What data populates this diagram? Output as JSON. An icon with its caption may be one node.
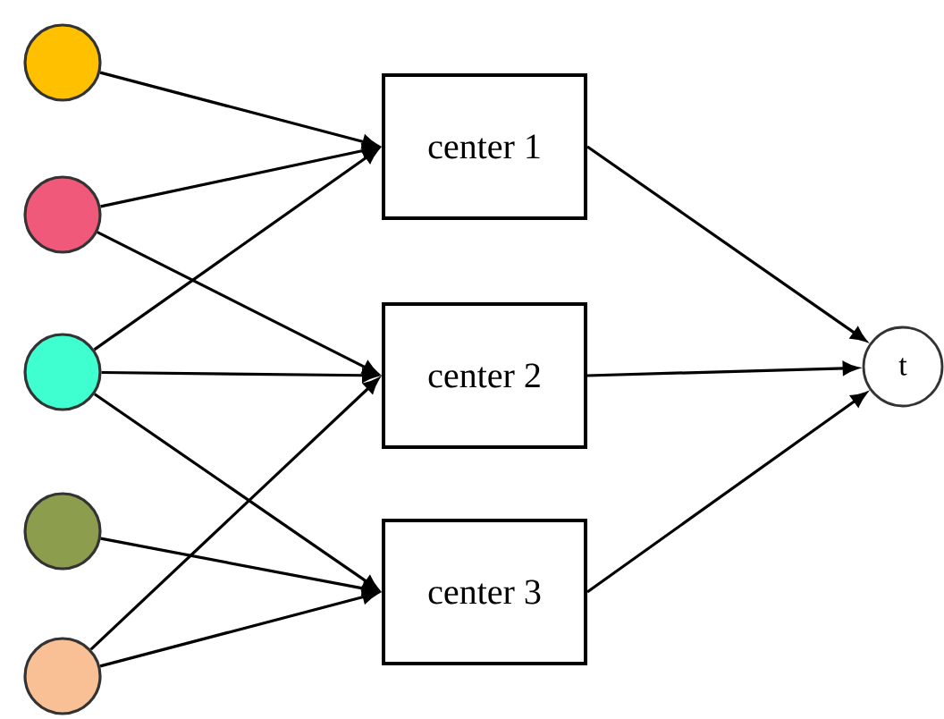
{
  "diagram": {
    "nodes": [
      {
        "text": [],
        "shape": "circle"
      },
      {
        "text": [],
        "shape": "circle"
      },
      {
        "text": [],
        "shape": "circle"
      },
      {
        "text": [],
        "shape": "circle"
      },
      {
        "text": [],
        "shape": "circle"
      },
      {
        "text": [
          "center 1"
        ]
      },
      {
        "text": [
          "center 2"
        ]
      },
      {
        "text": [
          "center 3"
        ]
      },
      {
        "text": [
          "t"
        ]
      }
    ],
    "edges": [
      {
        "from": 0,
        "to": 5,
        "arrow": "to"
      },
      {
        "from": 1,
        "to": 5,
        "arrow": "to"
      },
      {
        "from": 1,
        "to": 6,
        "arrow": "to"
      },
      {
        "from": 2,
        "to": 5,
        "arrow": "to"
      },
      {
        "from": 2,
        "to": 6,
        "arrow": "to"
      },
      {
        "from": 2,
        "to": 7,
        "arrow": "to"
      },
      {
        "from": 3,
        "to": 7,
        "arrow": "to"
      },
      {
        "from": 4,
        "to": 6,
        "arrow": "to"
      },
      {
        "from": 4,
        "to": 7,
        "arrow": "to"
      },
      {
        "from": 5,
        "to": 8,
        "arrow": "to"
      },
      {
        "from": 6,
        "to": 8,
        "arrow": "to"
      },
      {
        "from": 7,
        "to": 8,
        "arrow": "to"
      }
    ]
  }
}
